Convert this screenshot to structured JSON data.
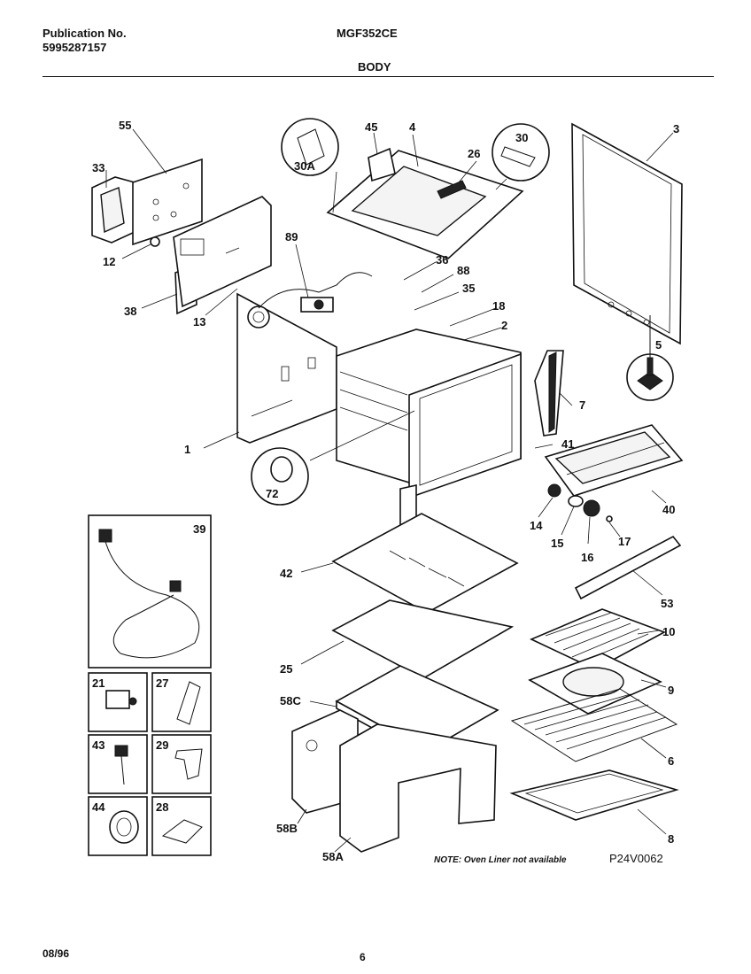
{
  "header": {
    "publication_label": "Publication No.",
    "publication_number": "5995287157",
    "model": "MGF352CE",
    "section": "BODY"
  },
  "footer": {
    "date": "08/96",
    "page": "6"
  },
  "diagram": {
    "note": "NOTE: Oven Liner not available",
    "code": "P24V0062",
    "callouts": [
      "55",
      "33",
      "12",
      "38",
      "13",
      "89",
      "45",
      "4",
      "30A",
      "30",
      "26",
      "36",
      "88",
      "35",
      "18",
      "2",
      "3",
      "5",
      "1",
      "72",
      "7",
      "41",
      "40",
      "14",
      "15",
      "16",
      "17",
      "39",
      "42",
      "53",
      "25",
      "10",
      "9",
      "58C",
      "6",
      "58B",
      "58A",
      "8",
      "21",
      "27",
      "43",
      "29",
      "44",
      "28"
    ]
  }
}
